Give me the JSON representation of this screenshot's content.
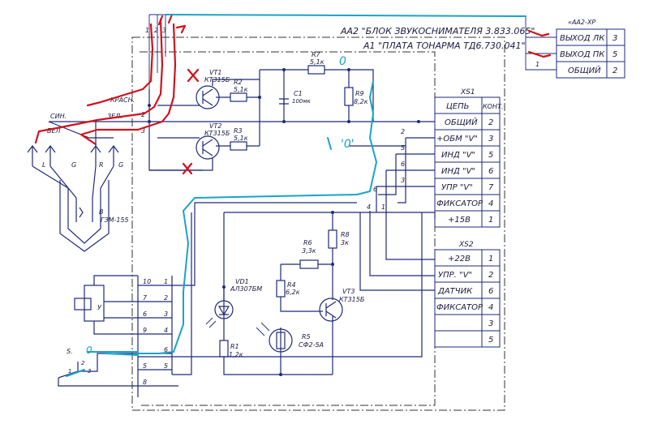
{
  "titles": {
    "aa2": "АА2 \"БЛОК ЗВУКОСНИМАТЕЛЯ 3.833.065\"",
    "a1": "А1 \"ПЛАТА ТОНАРМА ТД6.730.041\""
  },
  "connector_xp": {
    "title": "«АА2-ХР",
    "rows": [
      {
        "name": "ВЫХОД ЛК",
        "pin": "3"
      },
      {
        "name": "ВЫХОД ПК",
        "pin": "5"
      },
      {
        "name": "ОБЩИЙ",
        "pin": "2"
      }
    ],
    "left_pin": "1"
  },
  "xs1": {
    "title": "XS1",
    "header": {
      "name": "ЦЕПЬ",
      "pin": "КОНТ."
    },
    "rows": [
      {
        "name": "ОБЩИЙ",
        "pin": "2"
      },
      {
        "name": "+ОБМ \"V\"",
        "pin": "3"
      },
      {
        "name": "ИНД \"V\"",
        "pin": "5"
      },
      {
        "name": "ИНД \"V\"",
        "pin": "6"
      },
      {
        "name": "УПР \"V\"",
        "pin": "7"
      },
      {
        "name": "ФИКСАТОР",
        "pin": "4"
      },
      {
        "name": "+15В",
        "pin": "1"
      }
    ]
  },
  "xs2": {
    "title": "XS2",
    "rows": [
      {
        "name": "+22В",
        "pin": "1"
      },
      {
        "name": "УПР. \"V\"",
        "pin": "2"
      },
      {
        "name": "ДАТЧИК",
        "pin": "6"
      },
      {
        "name": "ФИКСАТОР",
        "pin": "4"
      },
      {
        "name": "",
        "pin": "3"
      },
      {
        "name": "",
        "pin": "5"
      }
    ]
  },
  "components": {
    "vt1": {
      "ref": "VT1",
      "type": "КТ315Б"
    },
    "vt2": {
      "ref": "VT2",
      "type": "КТ315Б"
    },
    "vt3": {
      "ref": "VT3",
      "type": "КТ315Б"
    },
    "r2": {
      "ref": "R2",
      "val": "5,1к"
    },
    "r3": {
      "ref": "R3",
      "val": "5,1к"
    },
    "r7": {
      "ref": "R7",
      "val": "5,1к"
    },
    "r9": {
      "ref": "R9",
      "val": "8,2к"
    },
    "c1": {
      "ref": "C1",
      "val": "100мк"
    },
    "r8": {
      "ref": "R8",
      "val": "3к"
    },
    "r6": {
      "ref": "R6",
      "val": "3,3к"
    },
    "r4": {
      "ref": "R4",
      "val": "6,2к"
    },
    "r5": {
      "ref": "R5",
      "val": "СФ2-5А"
    },
    "r1": {
      "ref": "R1",
      "val": "1,2к"
    },
    "vd1": {
      "ref": "VD1",
      "val": "АЛ307БМ"
    },
    "b": {
      "ref": "В",
      "val": "ГЗМ-155"
    }
  },
  "cartridge": {
    "wires": [
      "КРАСН.",
      "СИН.",
      "БЕЛ",
      "ЗЕЛ."
    ],
    "pins": [
      "L",
      "G",
      "R",
      "G"
    ]
  },
  "left_block": {
    "left_nums": [
      "10",
      "7",
      "6",
      "9",
      "",
      "5",
      "8"
    ],
    "right_nums": [
      "1",
      "2",
      "3",
      "4",
      "6",
      "5"
    ],
    "top_nums": [
      "1",
      "2",
      "3"
    ],
    "relay_label": "У",
    "switch_label": "S.",
    "switch_nums": [
      "2",
      "1",
      "3"
    ]
  },
  "node_labels": {
    "n2": "2",
    "n3": "3",
    "n5": "5",
    "n6": "6",
    "n4": "4",
    "n1": "1",
    "t6": "6",
    "t4": "4",
    "t1": "1"
  },
  "handwritten": {
    "o1": "0",
    "o2": "'0'",
    "o3": "0"
  }
}
